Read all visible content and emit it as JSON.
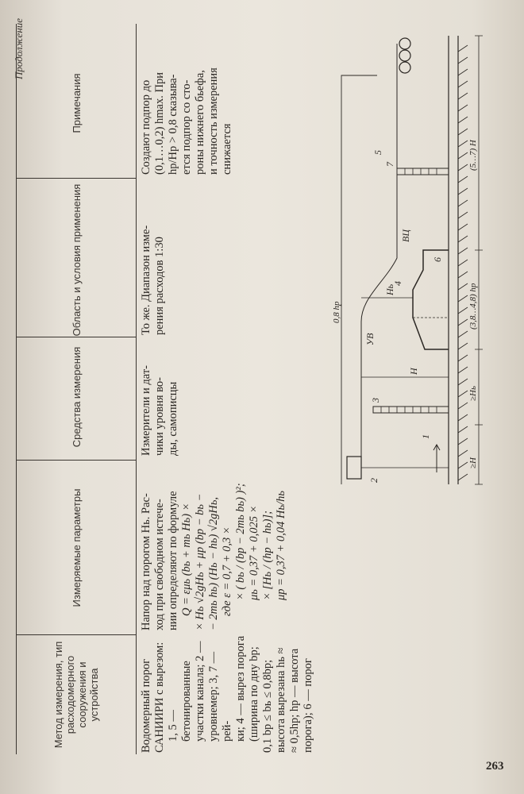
{
  "running_head": "Продолжение",
  "page_number": "263",
  "columns": [
    "Метод измерения, тип расходомерного сооружения и устройства",
    "Измеряемые параметры",
    "Средства измерения",
    "Область и условия применения",
    "Примечания"
  ],
  "row": {
    "method": [
      "Водомерный порог",
      "САНИИРИ с вырезом:",
      "1, 5 — бетонированные",
      "участки канала; 2 —",
      "уровнемер; 3, 7 — рей-",
      "ки; 4 — вырез порога",
      "(ширина по дну bр;",
      "0,1 bр ≤ bь ≤ 0,8bр;",
      "высота вырезана hь ≈",
      "≈ 0,5hр; hр — высота",
      "порога); 6 — порог"
    ],
    "parameters": [
      "Напор над порогом Hь. Рас-",
      "ход при свободном истече-",
      "нии определяют по формуле",
      "Q = εμь (bь + mь Hь) ×",
      "× Hь √2gHь + μр (bр − bь −",
      "− 2mь hь) (Hь − hь) √2gHь,",
      "где ε = 0,7 + 0,3 ×",
      "× ( bь / (bр − 2mь bь) )²;",
      "μь = 0,37 + 0,025 ×",
      "× [Hь / (hр − hь)];",
      "μр = 0,37 + 0,04 Hь/hь"
    ],
    "means": [
      "Измерители и дат-",
      "чики уровня во-",
      "ды, самописцы"
    ],
    "scope": [
      "То же. Диапазон изме-",
      "рения расходов 1:30"
    ],
    "notes": [
      "Создают подпор до",
      "(0,1…0,2) hmax. При",
      "hр/Hр > 0,8 сказыва-",
      "ется подпор со сто-",
      "роны нижнего бьефа,",
      "и точность измерения",
      "снижается"
    ]
  },
  "figure_labels": {
    "l1": "1",
    "l2": "2",
    "l3": "3",
    "l4": "4",
    "l5": "5",
    "l6": "6",
    "l7": "7",
    "dim_a": "≥H",
    "dim_b": "≥Hь",
    "dim_c": "(3,8…4,8) hр",
    "dim_d": "(5…7) H",
    "dim_e": "0,8 hр",
    "H": "H",
    "Hb": "Hь",
    "yv": "УВ",
    "vd": "ВЦ"
  }
}
